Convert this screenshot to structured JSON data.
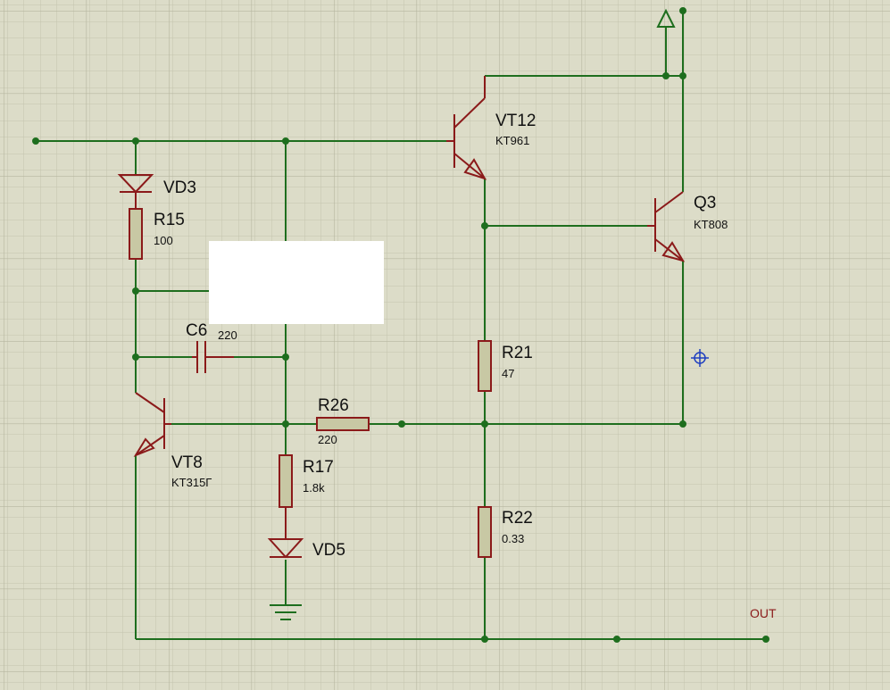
{
  "colors": {
    "background": "#dcdcc8",
    "grid_minor": "#c4c4ae",
    "grid_major": "#b6b6a0",
    "wire": "#1e6e1e",
    "component": "#8b1a1a",
    "cursor": "#2040c0"
  },
  "components": {
    "vt12": {
      "ref": "VT12",
      "value": "KT961"
    },
    "q3": {
      "ref": "Q3",
      "value": "KT808"
    },
    "vd3": {
      "ref": "VD3"
    },
    "r15": {
      "ref": "R15",
      "value": "100"
    },
    "c6": {
      "ref": "C6",
      "value": "220"
    },
    "vt8": {
      "ref": "VT8",
      "value": "KT315Г"
    },
    "r26": {
      "ref": "R26",
      "value": "220"
    },
    "r17": {
      "ref": "R17",
      "value": "1.8k"
    },
    "vd5": {
      "ref": "VD5"
    },
    "r21": {
      "ref": "R21",
      "value": "47"
    },
    "r22": {
      "ref": "R22",
      "value": "0.33"
    }
  },
  "net_labels": {
    "out": "OUT"
  },
  "icons": {
    "power": "power-terminal-icon",
    "ground": "ground-icon",
    "cursor": "crosshair-cursor-icon"
  }
}
